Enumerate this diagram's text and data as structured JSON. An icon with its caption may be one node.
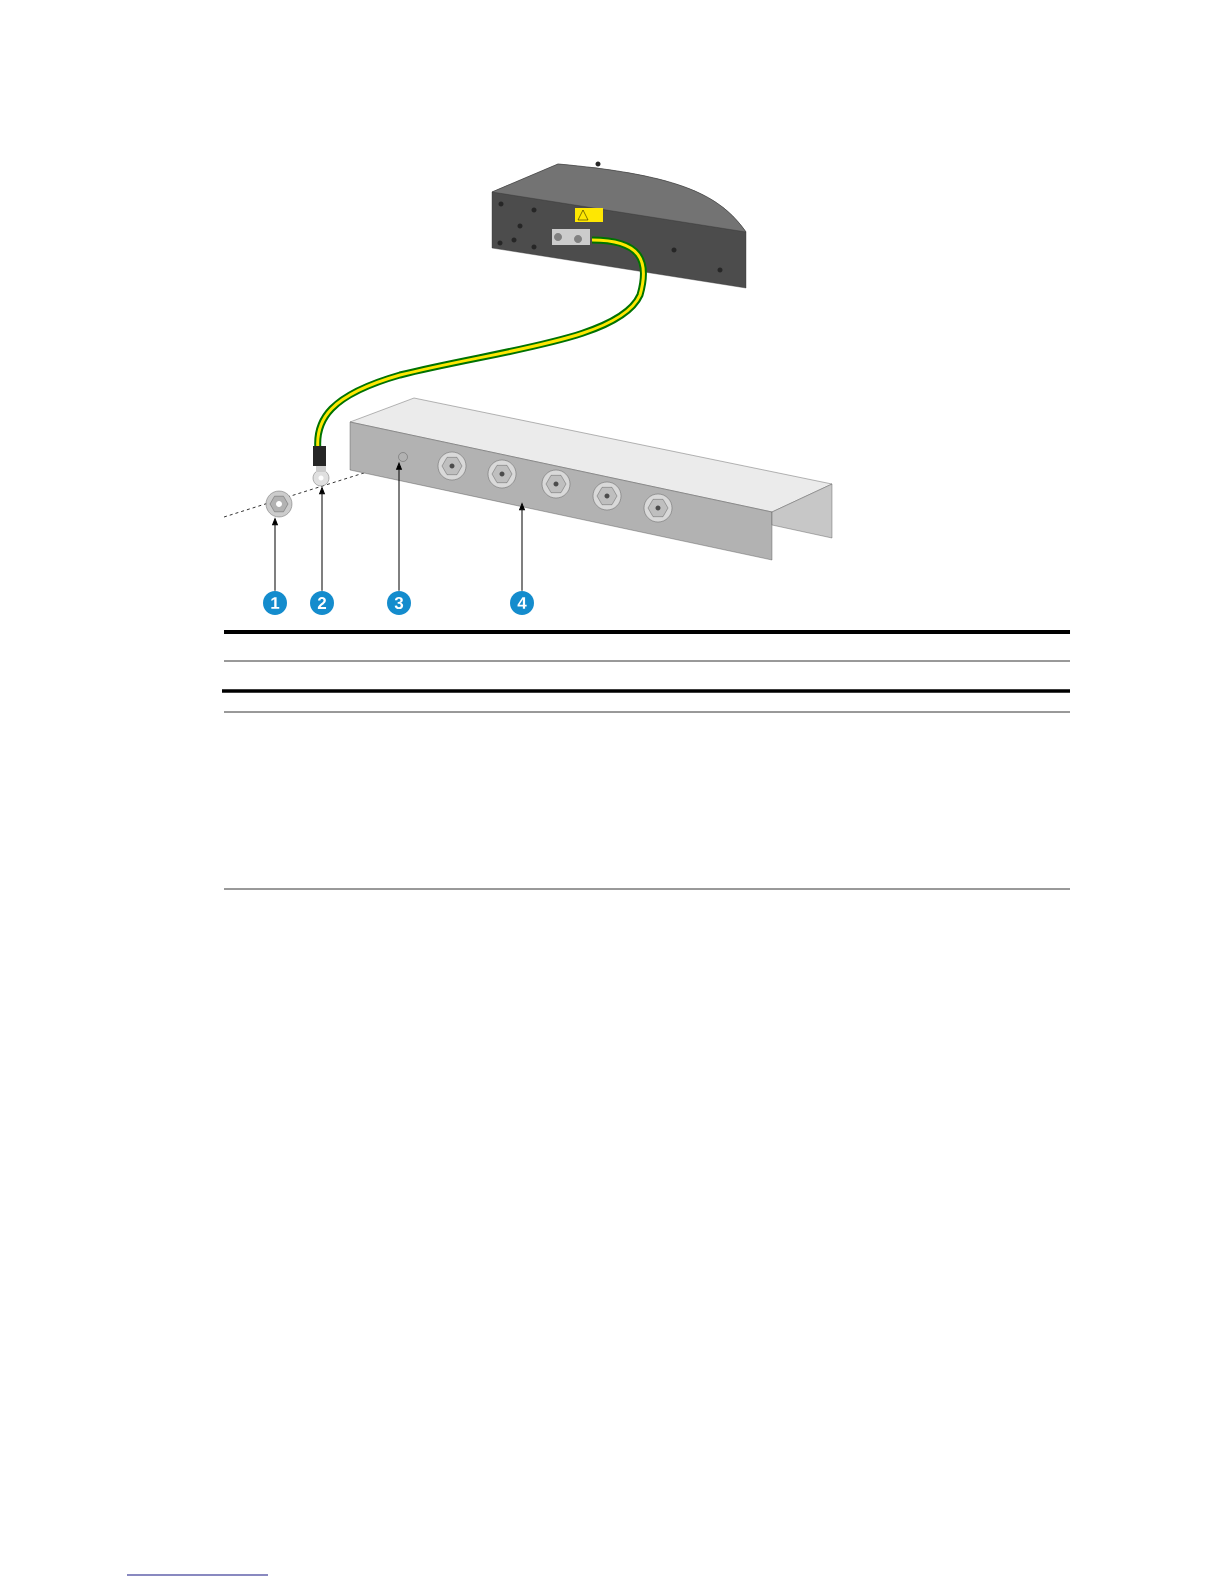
{
  "diagram": {
    "nodes": [
      {
        "text": [
          "1"
        ]
      },
      {
        "text": [
          "2"
        ]
      },
      {
        "text": [
          "3"
        ]
      },
      {
        "text": [
          "4"
        ]
      },
      {
        "text": [],
        "shape": "circle"
      },
      {
        "text": [],
        "shape": "circle"
      },
      {
        "text": [],
        "shape": "bar"
      },
      {
        "text": [],
        "shape": "circle",
        "in": 6
      }
    ],
    "edges": [
      {
        "from": 0,
        "to": 4,
        "arrow": "to"
      },
      {
        "from": 1,
        "to": 5,
        "arrow": "to"
      },
      {
        "from": 2,
        "to": 7,
        "arrow": "to"
      },
      {
        "from": 3,
        "to": 6,
        "arrow": "to"
      }
    ]
  }
}
